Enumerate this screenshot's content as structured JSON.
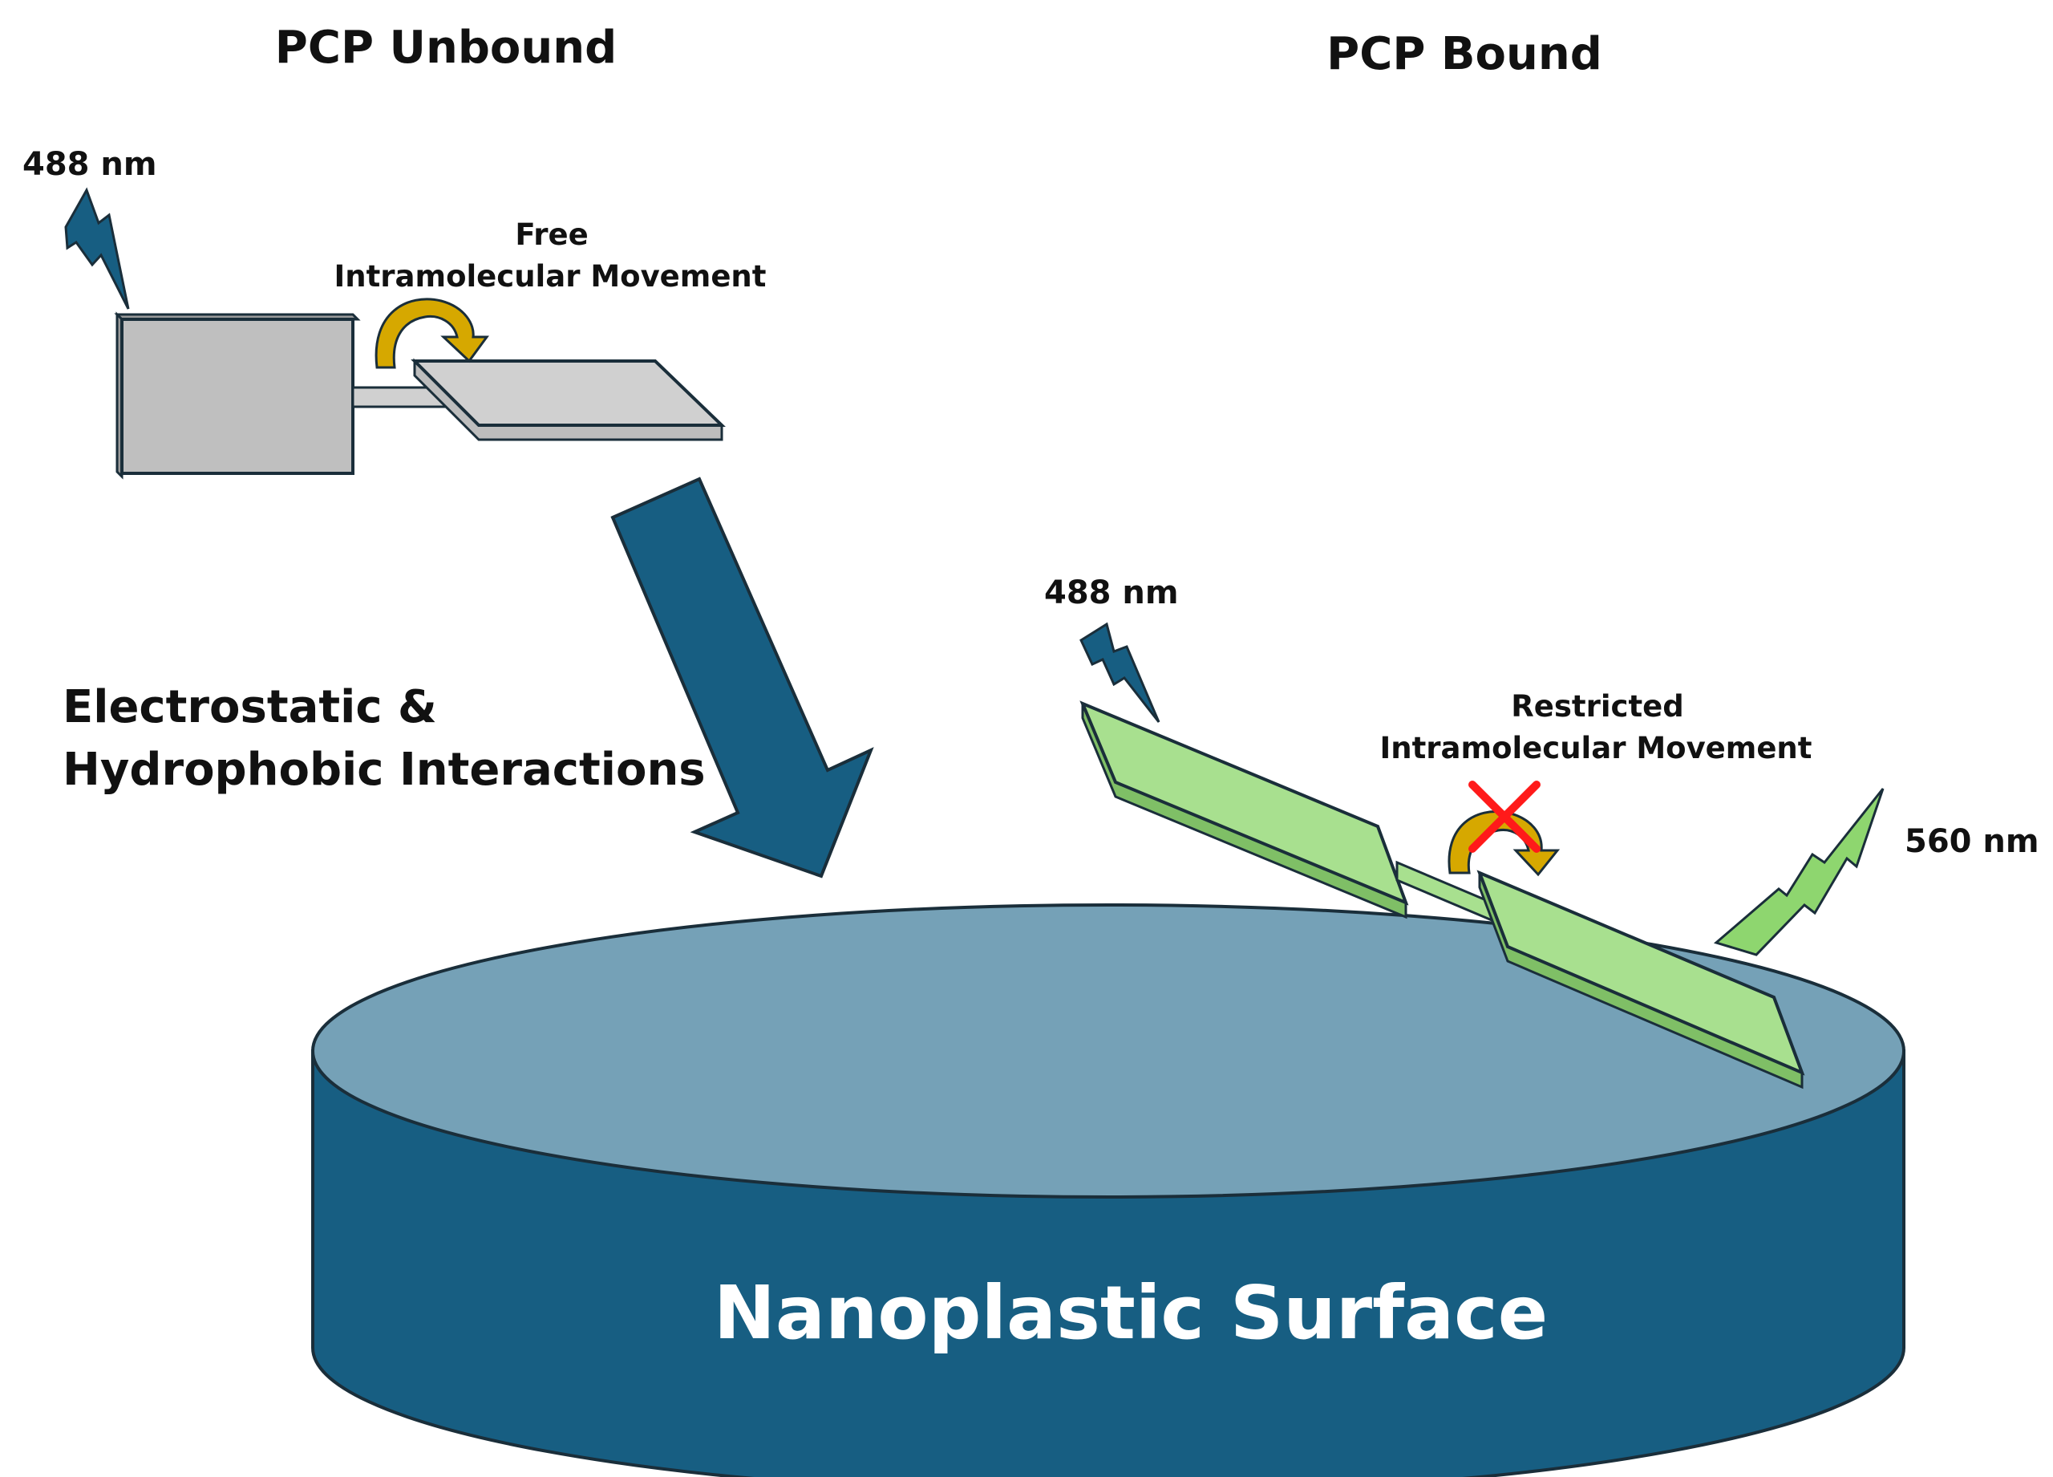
{
  "titles": {
    "unbound": "PCP Unbound",
    "bound": "PCP Bound"
  },
  "unbound": {
    "excitation": "488 nm",
    "movement_line1": "Free",
    "movement_line2": "Intramolecular Movement"
  },
  "interaction": {
    "line1": "Electrostatic &",
    "line2": "Hydrophobic Interactions"
  },
  "bound": {
    "excitation": "488 nm",
    "movement_line1": "Restricted",
    "movement_line2": "Intramolecular Movement",
    "emission": "560 nm"
  },
  "surface": {
    "label": "Nanoplastic Surface"
  },
  "colors": {
    "navy": "#175e82",
    "surface_top": "#75a1b7",
    "outline": "#1a2e3a",
    "gray_block": "#bfbfbf",
    "gray_plate": "#d0d0d0",
    "green": "#a8e08f",
    "green_dark": "#3f7a33",
    "gold": "#c9a000",
    "gold_light": "#f5c400",
    "cross_red": "#ff1a1a"
  },
  "icons": [
    "lightning-bolt-icon",
    "curved-arrow-icon",
    "cross-icon",
    "down-arrow-icon"
  ]
}
